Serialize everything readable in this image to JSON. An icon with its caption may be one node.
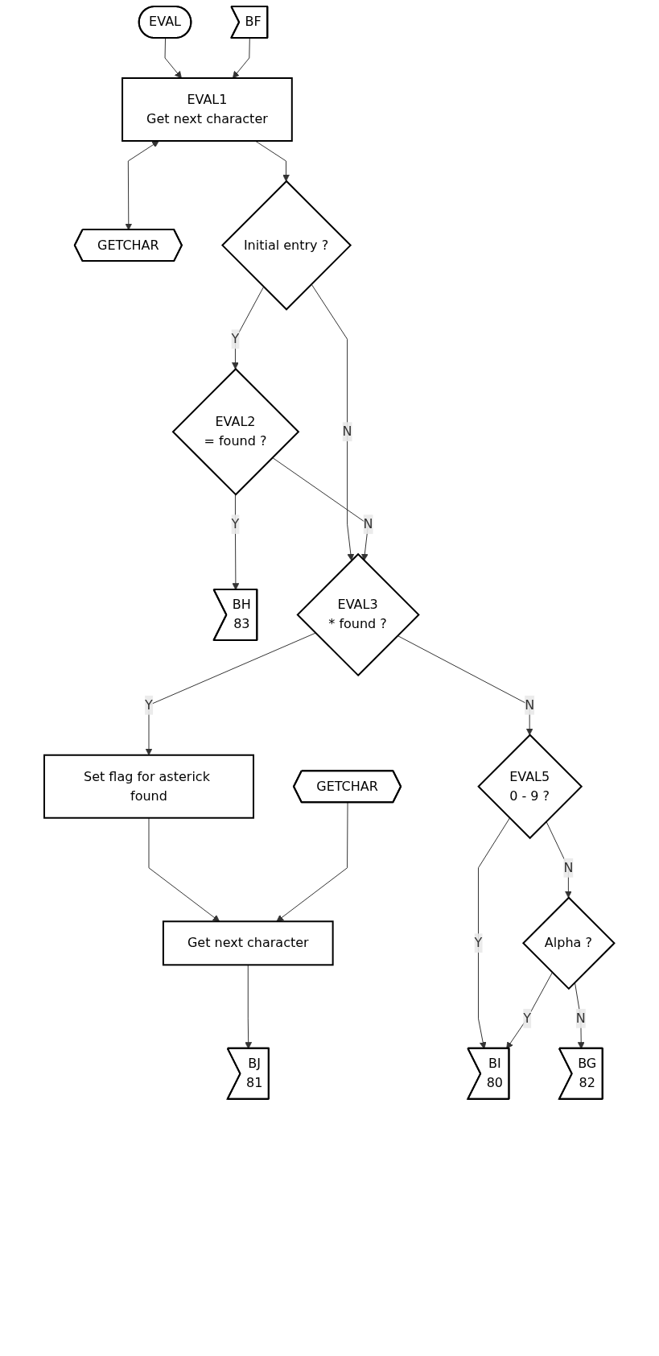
{
  "diagram": {
    "nodes": [
      {
        "text": [
          "EVAL"
        ]
      },
      {
        "text": [
          "BF"
        ]
      },
      {
        "text": [
          "EVAL1",
          "Get next character"
        ]
      },
      {
        "text": [
          "GETCHAR"
        ]
      },
      {
        "text": [
          "Initial entry ?"
        ]
      },
      {
        "text": [
          "EVAL2",
          "= found ?"
        ]
      },
      {
        "text": [
          "BH",
          "83"
        ]
      },
      {
        "text": [
          "EVAL3",
          "* found ?"
        ]
      },
      {
        "text": [
          "EVAL5",
          "0 - 9 ?"
        ]
      },
      {
        "text": [
          "BI",
          "80"
        ]
      },
      {
        "text": [
          "Set flag for asterick found"
        ]
      },
      {
        "text": [
          "Alpha ?"
        ]
      },
      {
        "text": [
          "BG",
          "82"
        ]
      },
      {
        "text": [
          "Get next character"
        ]
      },
      {
        "text": [
          "GETCHAR"
        ]
      },
      {
        "text": [
          "BJ",
          "81"
        ]
      }
    ],
    "edges": [
      {
        "from": 0,
        "to": 2,
        "arrow": "to"
      },
      {
        "from": 1,
        "to": 2,
        "arrow": "to"
      },
      {
        "from": 2,
        "to": 3,
        "arrow": "both"
      },
      {
        "from": 2,
        "to": 4,
        "arrow": "to"
      },
      {
        "from": 4,
        "to": 7,
        "label": "N",
        "arrow": "to"
      },
      {
        "from": 4,
        "to": 5,
        "label": "Y",
        "arrow": "to"
      },
      {
        "from": 5,
        "to": 6,
        "label": "Y",
        "arrow": "to"
      },
      {
        "from": 5,
        "to": 7,
        "label": "N",
        "arrow": "to"
      },
      {
        "from": 7,
        "to": 10,
        "label": "Y",
        "arrow": "to"
      },
      {
        "from": 7,
        "to": 8,
        "label": "N",
        "arrow": "to"
      },
      {
        "from": 8,
        "to": 9,
        "label": "Y",
        "arrow": "to"
      },
      {
        "from": 8,
        "to": 11,
        "label": "N",
        "arrow": "to"
      },
      {
        "from": 11,
        "to": 9,
        "label": "Y",
        "arrow": "to"
      },
      {
        "from": 11,
        "to": 12,
        "label": "N",
        "arrow": "to"
      },
      {
        "from": 10,
        "to": 13,
        "arrow": "to"
      },
      {
        "from": 14,
        "to": 13,
        "arrow": "to"
      },
      {
        "from": 13,
        "to": 15,
        "arrow": "to"
      }
    ]
  }
}
